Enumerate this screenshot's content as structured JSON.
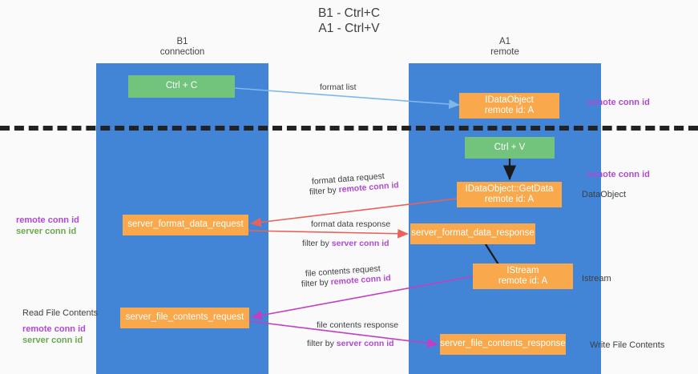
{
  "title": {
    "line1": "B1 - Ctrl+C",
    "line2": "A1 - Ctrl+V"
  },
  "lanes": [
    {
      "name": "B1",
      "sub": "connection",
      "color": "#4285d6"
    },
    {
      "name": "A1",
      "sub": "remote",
      "color": "#4285d6"
    }
  ],
  "boxes": {
    "ctrl_c": {
      "line1": "Ctrl + C",
      "line2": "",
      "color": "#72c47c"
    },
    "idataobject": {
      "line1": "IDataObject",
      "line2": "remote id: A",
      "color": "#f9a94b"
    },
    "ctrl_v": {
      "line1": "Ctrl + V",
      "line2": "",
      "color": "#72c47c"
    },
    "getdata": {
      "line1": "IDataObject::GetData",
      "line2": "remote id: A",
      "color": "#f9a94b"
    },
    "server_format_data_request": {
      "line1": "server_format_data_request",
      "line2": "",
      "color": "#f9a94b"
    },
    "server_format_data_response": {
      "line1": "server_format_data_response",
      "line2": "",
      "color": "#f9a94b"
    },
    "istream": {
      "line1": "IStream",
      "line2": "remote id: A",
      "color": "#f9a94b"
    },
    "server_file_contents_request": {
      "line1": "server_file_contents_request",
      "line2": "",
      "color": "#f9a94b"
    },
    "server_file_contents_response": {
      "line1": "server_file_contents_response",
      "line2": "",
      "color": "#f9a94b"
    }
  },
  "annotations": {
    "right_remote_conn_id_1": "remote conn id",
    "right_remote_conn_id_2": "remote conn id",
    "right_dataobject": "DataObject",
    "right_istream": "Istream",
    "right_write_file_contents": "Write File Contents",
    "left_remote_conn_id": "remote conn id",
    "left_server_conn_id": "server conn id",
    "left_read_file_contents": "Read File Contents",
    "left_remote_conn_id_2": "remote conn id",
    "left_server_conn_id_2": "server conn id"
  },
  "edge_labels": {
    "format_list": "format list",
    "format_data_request": "format data request",
    "filter_by_remote_conn_id_1_prefix": "filter by ",
    "filter_by_remote_conn_id_1_key": "remote conn id",
    "format_data_response": "format data response",
    "filter_by_server_conn_id_1_prefix": "filter by ",
    "filter_by_server_conn_id_1_key": "server conn id",
    "file_contents_request": "file contents request",
    "filter_by_remote_conn_id_2_prefix": "filter by ",
    "filter_by_remote_conn_id_2_key": "remote conn id",
    "file_contents_response": "file contents response",
    "filter_by_server_conn_id_2_prefix": "filter by ",
    "filter_by_server_conn_id_2_key": "server conn id"
  },
  "colors": {
    "lane": "#4285d6",
    "green_box": "#72c47c",
    "orange_box": "#f9a94b",
    "purple_text": "#b04ad0",
    "green_text": "#6aa84f",
    "arrow_blue": "#7eb8e8",
    "arrow_red": "#e8625a",
    "arrow_magenta": "#c23fc2",
    "arrow_black": "#1a1a1a",
    "background": "#fafafa"
  }
}
